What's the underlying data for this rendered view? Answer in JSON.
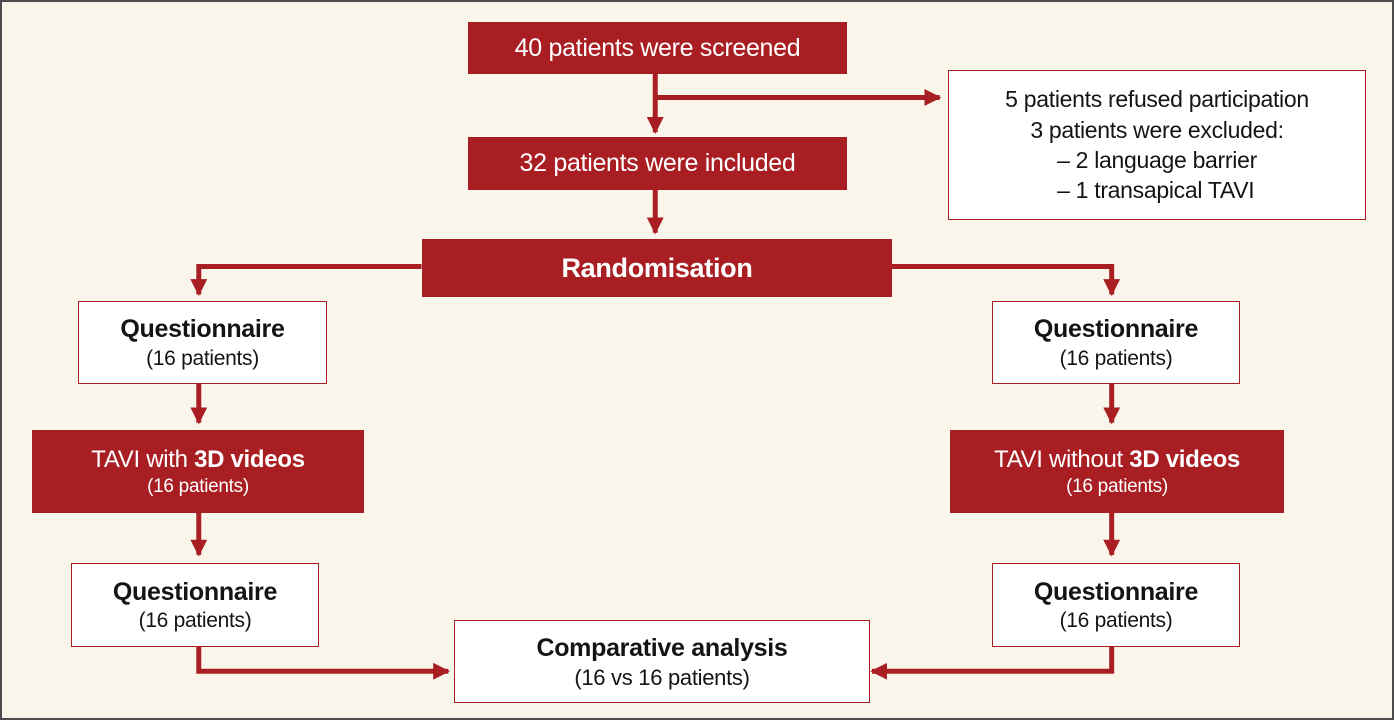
{
  "palette": {
    "red": "#a81e22",
    "background": "#faf5ea",
    "frame_border": "#4c4c4c",
    "box_text_light": "#ffffff",
    "box_text_dark": "#141414"
  },
  "nodes": {
    "screened": {
      "label": "40 patients were screened"
    },
    "exclusions": {
      "lines": [
        "5 patients refused participation",
        "3 patients were excluded:"
      ],
      "sub_lines": [
        "– 2 language barrier",
        "– 1 transapical TAVI"
      ]
    },
    "included": {
      "label": "32 patients were included"
    },
    "randomisation": {
      "label": "Randomisation"
    },
    "questionnaire_left_pre": {
      "title": "Questionnaire",
      "subtitle": "(16 patients)"
    },
    "questionnaire_right_pre": {
      "title": "Questionnaire",
      "subtitle": "(16 patients)"
    },
    "tavi_left": {
      "prefix": "TAVI with",
      "bold": "3D videos",
      "subtitle": "(16 patients)"
    },
    "tavi_right": {
      "prefix": "TAVI without",
      "bold": "3D videos",
      "subtitle": "(16 patients)"
    },
    "questionnaire_left_post": {
      "title": "Questionnaire",
      "subtitle": "(16 patients)"
    },
    "questionnaire_right_post": {
      "title": "Questionnaire",
      "subtitle": "(16 patients)"
    },
    "comparative": {
      "title": "Comparative analysis",
      "subtitle": "(16 vs 16 patients)"
    }
  }
}
